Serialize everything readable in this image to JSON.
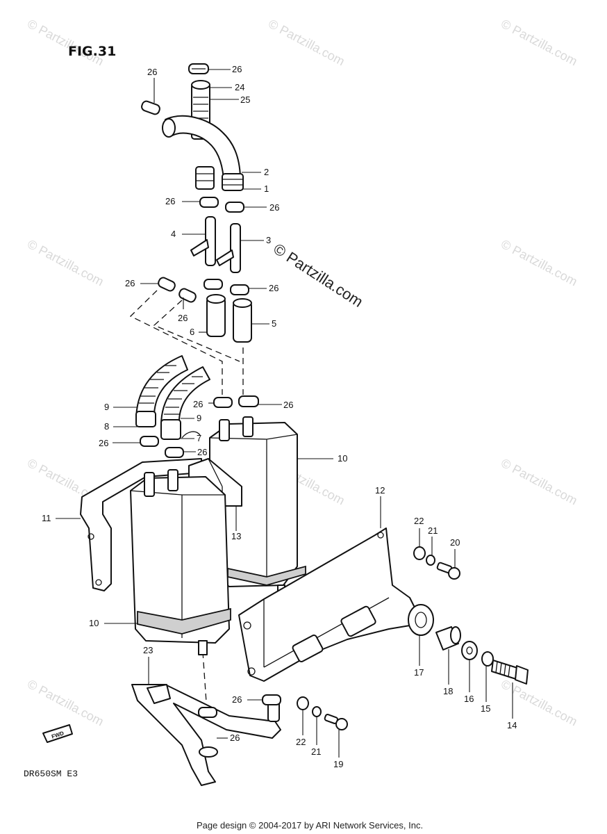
{
  "figure": {
    "title": "FIG.31",
    "model_code": "DR650SM  E3",
    "fwd_label": "FWD",
    "footer": "Page design © 2004-2017 by ARI Network Services, Inc.",
    "watermark_center": "© Partzilla.com",
    "watermark_tile": "© Partzilla.com"
  },
  "callouts": [
    {
      "id": "c26a",
      "text": "26"
    },
    {
      "id": "c26b",
      "text": "26"
    },
    {
      "id": "c24",
      "text": "24"
    },
    {
      "id": "c25",
      "text": "25"
    },
    {
      "id": "c2",
      "text": "2"
    },
    {
      "id": "c1",
      "text": "1"
    },
    {
      "id": "c26c",
      "text": "26"
    },
    {
      "id": "c26d",
      "text": "26"
    },
    {
      "id": "c4",
      "text": "4"
    },
    {
      "id": "c3",
      "text": "3"
    },
    {
      "id": "c26e",
      "text": "26"
    },
    {
      "id": "c26f",
      "text": "26"
    },
    {
      "id": "c26g",
      "text": "26"
    },
    {
      "id": "c5",
      "text": "5"
    },
    {
      "id": "c6",
      "text": "6"
    },
    {
      "id": "c9a",
      "text": "9"
    },
    {
      "id": "c8",
      "text": "8"
    },
    {
      "id": "c9b",
      "text": "9"
    },
    {
      "id": "c7",
      "text": "7"
    },
    {
      "id": "c26h",
      "text": "26"
    },
    {
      "id": "c26i",
      "text": "26"
    },
    {
      "id": "c26j",
      "text": "26"
    },
    {
      "id": "c26k",
      "text": "26"
    },
    {
      "id": "c10a",
      "text": "10"
    },
    {
      "id": "c11",
      "text": "11"
    },
    {
      "id": "c13",
      "text": "13"
    },
    {
      "id": "c12",
      "text": "12"
    },
    {
      "id": "c22a",
      "text": "22"
    },
    {
      "id": "c21a",
      "text": "21"
    },
    {
      "id": "c20",
      "text": "20"
    },
    {
      "id": "c10b",
      "text": "10"
    },
    {
      "id": "c23",
      "text": "23"
    },
    {
      "id": "c17",
      "text": "17"
    },
    {
      "id": "c18",
      "text": "18"
    },
    {
      "id": "c16",
      "text": "16"
    },
    {
      "id": "c15",
      "text": "15"
    },
    {
      "id": "c14",
      "text": "14"
    },
    {
      "id": "c26l",
      "text": "26"
    },
    {
      "id": "c26m",
      "text": "26"
    },
    {
      "id": "c22b",
      "text": "22"
    },
    {
      "id": "c21b",
      "text": "21"
    },
    {
      "id": "c19",
      "text": "19"
    }
  ]
}
